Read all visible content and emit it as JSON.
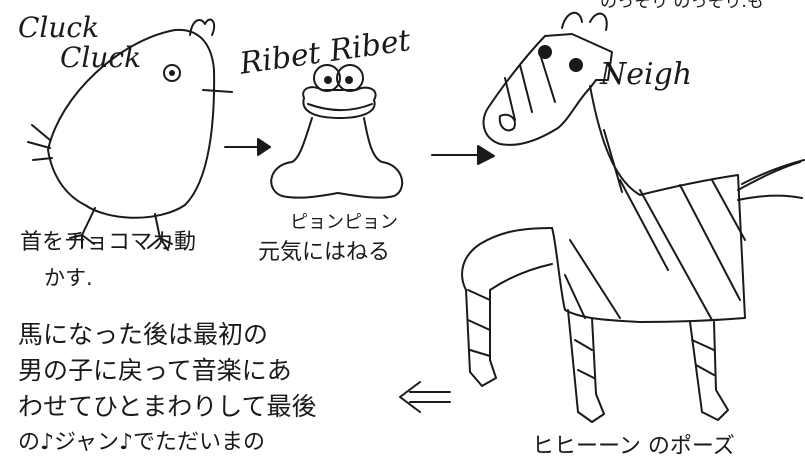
{
  "labels": {
    "chicken_sound_1": "Cluck",
    "chicken_sound_2": "Cluck",
    "frog_sound": "Ribet Ribet",
    "horse_sound": "Neigh",
    "top_right_fragment": "のっそり のっそり.も"
  },
  "notes": {
    "chicken_note_line1": "首をチョコマカ動",
    "chicken_note_line2": "かす.",
    "frog_note_line1": "ピョンピョン",
    "frog_note_line2": "元気にはねる",
    "story_line1": "馬になった後は最初の",
    "story_line2": "男の子に戻って音楽にあ",
    "story_line3": "わせてひとまわりして最後",
    "story_line4": "の♪ジャン♪でただいまの",
    "horse_pose_caption": "ヒヒーーン のポーズ"
  },
  "colors": {
    "ink": "#1a1a1a",
    "paper": "#ffffff"
  }
}
